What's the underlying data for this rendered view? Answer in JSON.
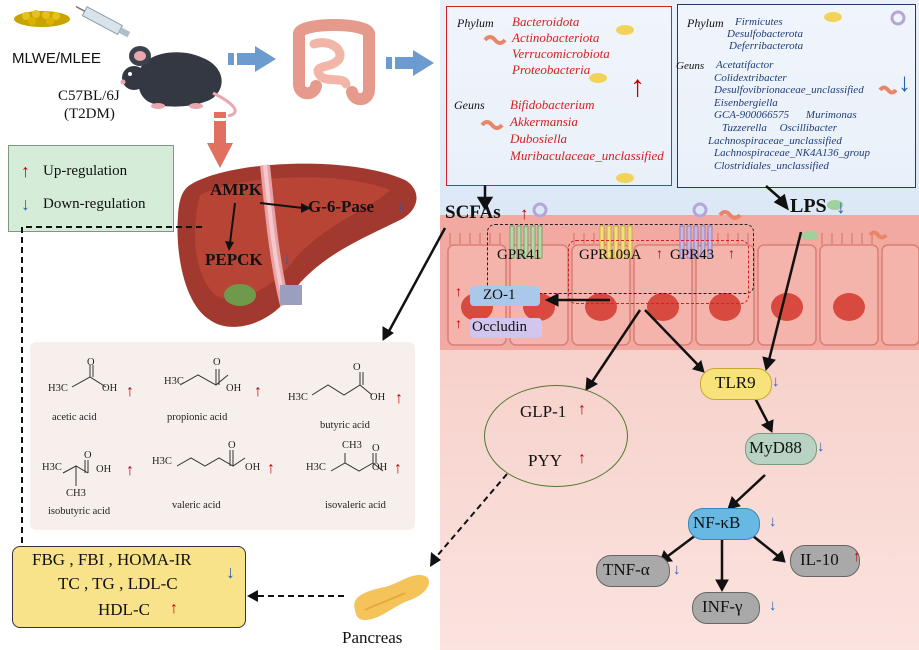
{
  "mouse": {
    "treatment": "MLWE/MLEE",
    "strain": "C57BL/6J",
    "model": "(T2DM)"
  },
  "legend": {
    "up_arrow": "↑",
    "up_label": "Up-regulation",
    "down_arrow": "↓",
    "down_label": "Down-regulation"
  },
  "liver": {
    "ampk": "AMPK",
    "g6pase": "G-6-Pase",
    "pepck": "PEPCK"
  },
  "up_box": {
    "phylum_label": "Phylum",
    "phyla": [
      "Bacteroidota",
      "Actinobacteriota",
      "Verrucomicrobiota",
      "Proteobacteria"
    ],
    "genus_label": "Geuns",
    "genera": [
      "Bifidobacterium",
      "Akkermansia",
      "Dubosiella",
      "Muribaculaceae_unclassified"
    ]
  },
  "down_box": {
    "phylum_label": "Phylum",
    "phyla": [
      "Firmicutes",
      "Desulfobacterota",
      "Deferribacterota"
    ],
    "genus_label": "Geuns",
    "genera": [
      "Acetatifactor",
      "Colidextribacter",
      "Desulfovibrionaceae_unclassified",
      "Eisenbergiella",
      "GCA-900066575",
      "Murimonas",
      "Tuzzerella",
      "Oscillibacter",
      "Lachnospiraceae_unclassified",
      "Lachnospiraceae_NK4A136_group",
      "Clostridiales_unclassified"
    ]
  },
  "scfas": "SCFAs",
  "lps": "LPS",
  "receptors": {
    "gpr41": "GPR41",
    "gpr109a": "GPR109A",
    "gpr43": "GPR43"
  },
  "tight_junction": {
    "zo1": "ZO-1",
    "occludin": "Occludin"
  },
  "acids": {
    "acetic": {
      "name": "acetic acid",
      "formula": "H3C",
      "oh": "OH",
      "o": "O"
    },
    "propionic": {
      "name": "propionic acid",
      "formula": "H3C",
      "oh": "OH",
      "o": "O"
    },
    "butyric": {
      "name": "butyric acid",
      "formula": "H3C",
      "oh": "OH",
      "o": "O"
    },
    "isobutyric": {
      "name": "isobutyric acid",
      "formula": "CH3",
      "formula2": "H3C",
      "oh": "OH",
      "o": "O"
    },
    "valeric": {
      "name": "valeric acid",
      "formula": "H3C",
      "oh": "OH",
      "o": "O"
    },
    "isovaleric": {
      "name": "isovaleric acid",
      "formula": "CH3",
      "formula2": "H3C",
      "oh": "OH",
      "o": "O"
    }
  },
  "hormones": {
    "glp1": "GLP-1",
    "pyy": "PYY"
  },
  "pathway": {
    "tlr9": "TLR9",
    "myd88": "MyD88",
    "nfkb": "NF-κB",
    "tnfa": "TNF-α",
    "il10": "IL-10",
    "infg": "INF-γ"
  },
  "markers": {
    "line1": "FBG , FBI , HOMA-IR",
    "line2": "TC , TG , LDL-C",
    "line3": "HDL-C"
  },
  "pancreas": "Pancreas",
  "colors": {
    "up": "#c00000",
    "down": "#2c5fb0",
    "legend_bg": "#d4ecd8",
    "marker_bg": "#f8e28a",
    "mucosa": "#f4b8b0"
  }
}
